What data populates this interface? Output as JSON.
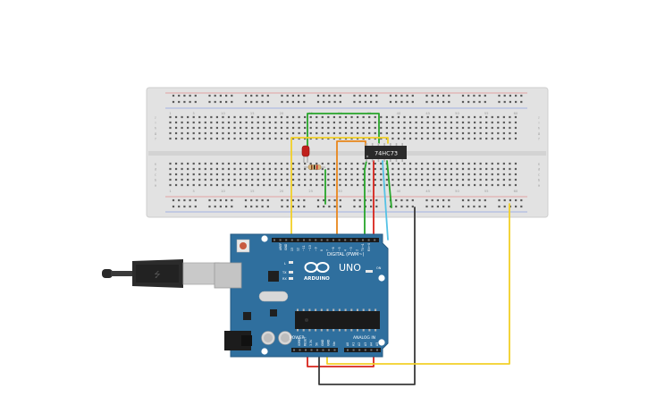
{
  "breadboard": {
    "column_numbers": [
      "1",
      "5",
      "10",
      "15",
      "20",
      "25",
      "30",
      "35",
      "40",
      "45",
      "50",
      "55",
      "60"
    ],
    "row_letters_top": [
      "j",
      "i",
      "h",
      "g",
      "f"
    ],
    "row_letters_bottom": [
      "e",
      "d",
      "c",
      "b",
      "a"
    ]
  },
  "chip": {
    "label": "74HC73"
  },
  "arduino": {
    "logo_text": "UNO",
    "brand_text": "ARDUINO",
    "digital_label": "DIGITAL (PWM~)",
    "power_label": "POWER",
    "analog_label": "ANALOG IN",
    "aref": "AREF",
    "gnd": "GND",
    "led_l": "L",
    "led_tx": "TX",
    "led_rx": "RX",
    "on_label": "ON",
    "digital_pins": [
      "13",
      "12",
      "~11",
      "~10",
      "~9",
      "8",
      "7",
      "~6",
      "~5",
      "4",
      "~3",
      "2",
      "TX→1",
      "RX←0"
    ],
    "power_pins": [
      "IOREF",
      "RESET",
      "3.3V",
      "5V",
      "GND",
      "GND",
      "Vin"
    ],
    "analog_pins": [
      "A0",
      "A1",
      "A2",
      "A3",
      "A4",
      "A5"
    ]
  },
  "colors": {
    "wire_yellow": "#f2d027",
    "wire_orange": "#e8861c",
    "wire_green": "#27a52a",
    "wire_red": "#d8241c",
    "wire_cyan": "#55c2e6",
    "wire_black": "#3a3a3a",
    "board": "#2f6f9e",
    "breadboard": "#e2e2e2"
  }
}
